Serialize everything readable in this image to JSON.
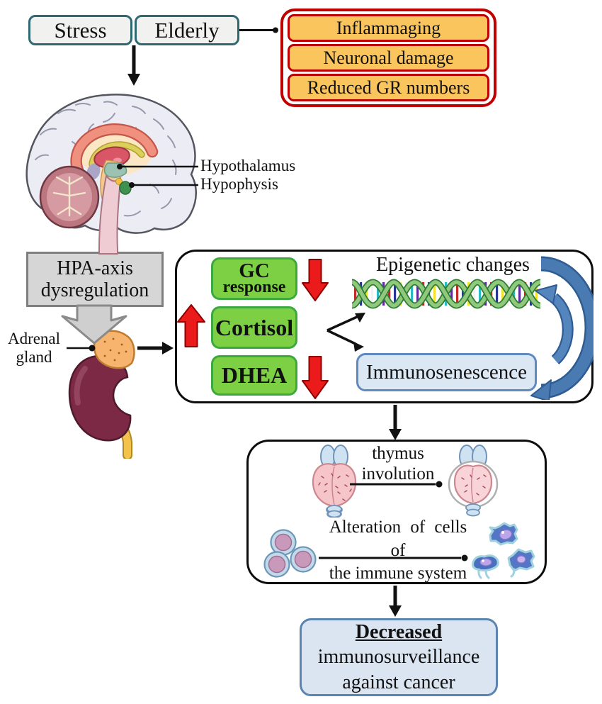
{
  "nodes": {
    "stress": "Stress",
    "elderly": "Elderly",
    "aging_effects": [
      "Inflammaging",
      "Neuronal damage",
      "Reduced GR numbers"
    ],
    "brain_labels": {
      "hypothalamus": "Hypothalamus",
      "hypophysis": "Hypophysis"
    },
    "hpa": {
      "line1": "HPA-axis",
      "line2": "dysregulation"
    },
    "adrenal": {
      "line1": "Adrenal",
      "line2": "gland"
    },
    "gc": {
      "line1": "GC",
      "line2": "response"
    },
    "cortisol": "Cortisol",
    "dhea": "DHEA",
    "epigenetic": "Epigenetic changes",
    "immunosenescence": "Immunosenescence",
    "thymus": {
      "line1": "thymus",
      "line2": "involution"
    },
    "alteration": {
      "line1": "Alteration of cells of",
      "line2": "the immune system"
    },
    "outcome": {
      "line1": "Decreased",
      "line2": "immunosurveillance",
      "line3": "against cancer"
    }
  },
  "colors": {
    "teal_border": "#2E6972",
    "risk_border": "#C00000",
    "risk_fill": "#FBC55D",
    "hormone_fill": "#7DD043",
    "hormone_border": "#3BA93B",
    "red_arrow": "#EC1B1B",
    "blue_box_fill": "#DCE7F4",
    "blue_box_border": "#5B84B1",
    "cycle_arrow": "#4A7AB2",
    "gray_fill": "#D6D6D6"
  }
}
